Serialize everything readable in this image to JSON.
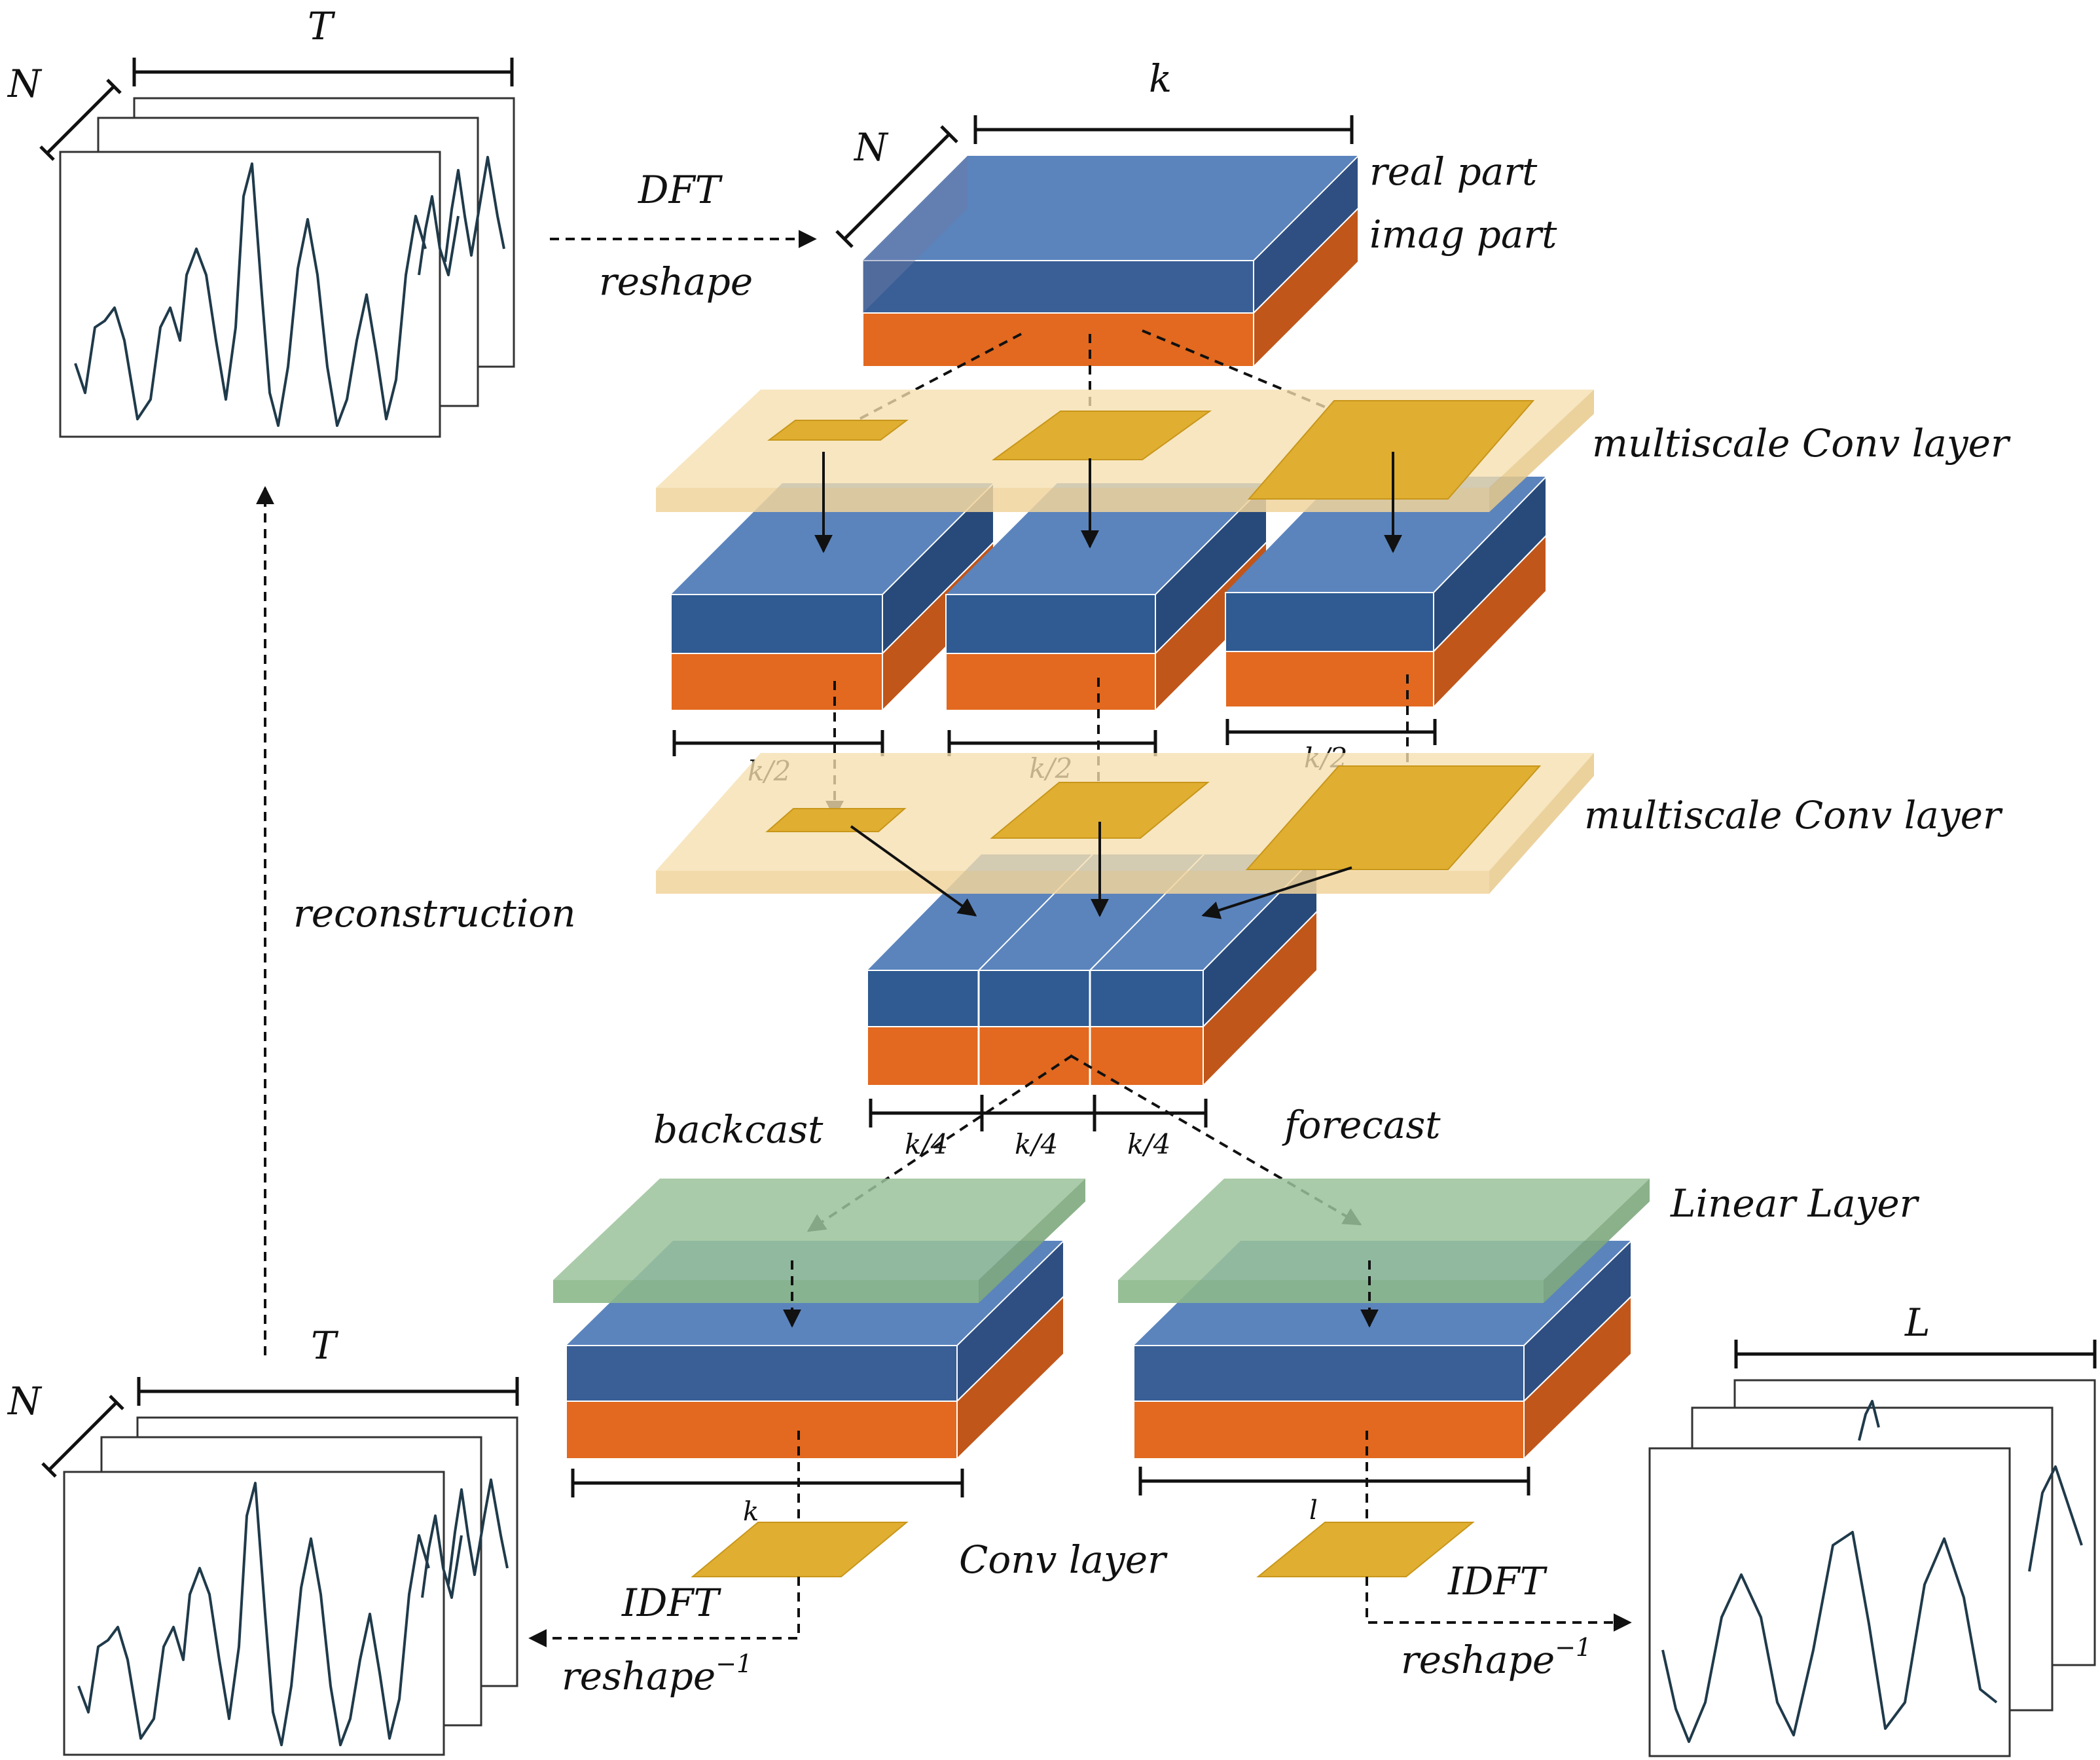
{
  "labels": {
    "n": "N",
    "t": "T",
    "k": "k",
    "l_small": "l",
    "l_big": "L",
    "dft": "DFT",
    "reshape": "reshape",
    "real_part": "real part",
    "imag_part": "imag part",
    "multiscale_conv_1": "multiscale Conv layer",
    "multiscale_conv_2": "multiscale Conv layer",
    "k_half": "k/2",
    "k_quarter": "k/4",
    "reconstruction": "reconstruction",
    "backcast": "backcast",
    "forecast": "forecast",
    "linear_layer": "Linear Layer",
    "conv_layer": "Conv layer",
    "idft": "IDFT",
    "reshape_inv": "reshape",
    "inv_exp": "−1"
  },
  "colors": {
    "real_top": "#5b84bd",
    "real_front": "#2f5a92",
    "real_side": "#284a7a",
    "imag_front": "#e2691f",
    "imag_side": "#c0561a",
    "conv_plane": "#f5dfae",
    "kernel": "#e0ae30",
    "linear_plane": "#9bc29a",
    "signal": "#1f3a4a"
  }
}
